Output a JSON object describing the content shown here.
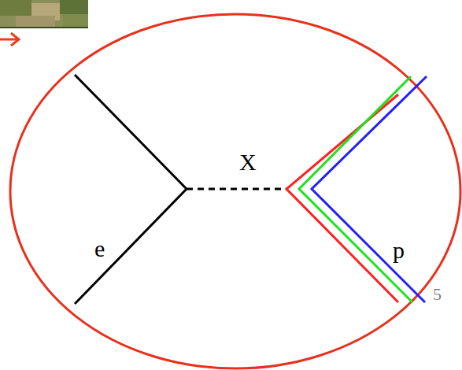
{
  "diagram": {
    "labels": [
      "e",
      "X",
      "p",
      "5"
    ]
  }
}
